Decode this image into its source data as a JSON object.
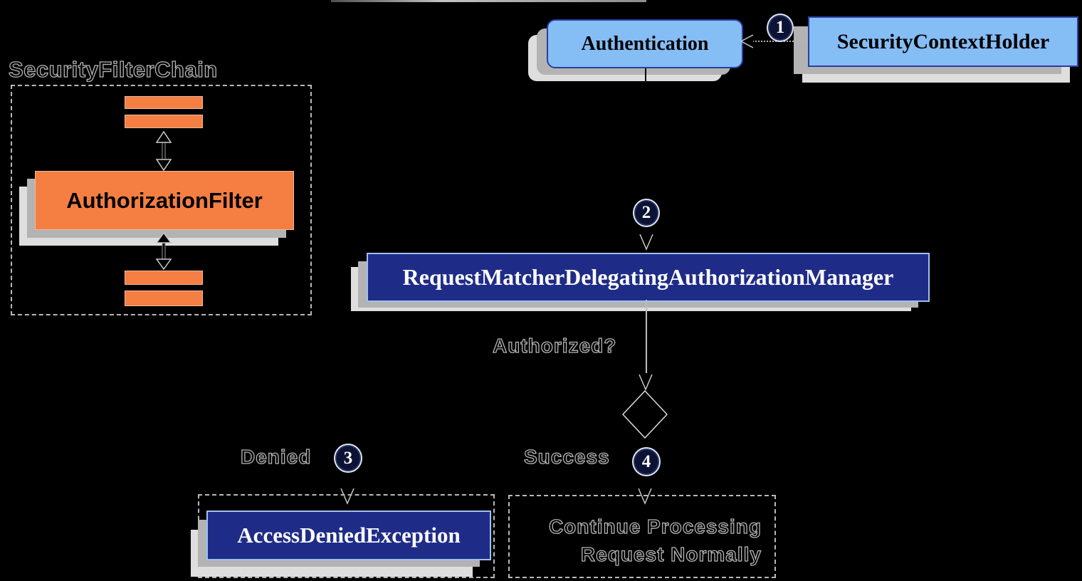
{
  "diagram": {
    "filter_chain": {
      "label": "SecurityFilterChain",
      "filter_name": "AuthorizationFilter"
    },
    "nodes": {
      "authentication": "Authentication",
      "security_context_holder": "SecurityContextHolder",
      "authorization_manager": "RequestMatcherDelegatingAuthorizationManager",
      "access_denied_exception": "AccessDeniedException",
      "continue_processing_line1": "Continue Processing",
      "continue_processing_line2": "Request Normally"
    },
    "labels": {
      "authorized": "Authorized?",
      "denied": "Denied",
      "success": "Success"
    },
    "steps": [
      "1",
      "2",
      "3",
      "4"
    ],
    "colors": {
      "background": "#000000",
      "node_blue_fill": "#85bdf5",
      "node_blue_border": "#2c3da0",
      "node_navy_fill": "#1f2c87",
      "node_navy_border": "#9fc0ee",
      "filter_orange": "#f57e42",
      "shadow_gray": "#b3b3b3",
      "ghost_outline": "#b5b5b5"
    }
  }
}
